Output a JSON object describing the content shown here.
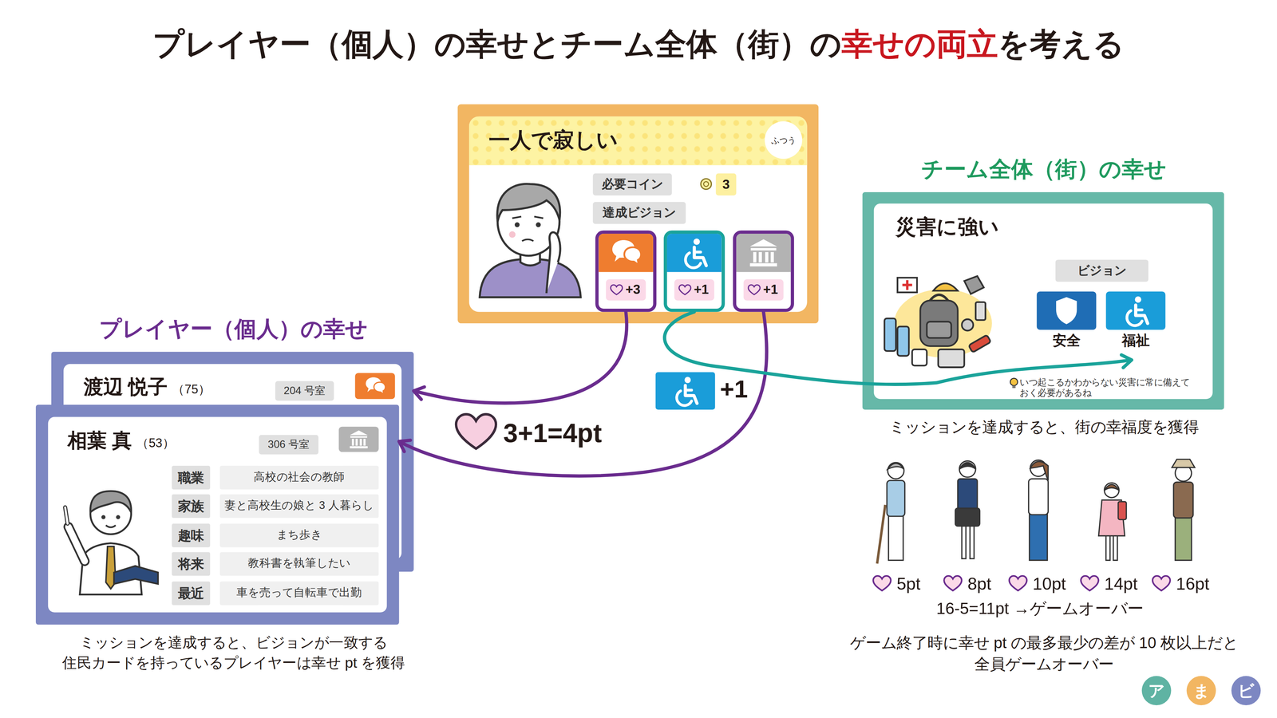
{
  "diagram": {
    "title": "プレイヤー（個人）の幸せとチーム全体（街）の幸せの両立を考える",
    "nodes": [
      {
        "text": [
          "一人で寂しい"
        ]
      },
      {
        "text": [
          "ふつう"
        ],
        "in": 0
      },
      {
        "text": [
          "必要コイン"
        ],
        "in": 0
      },
      {
        "text": [
          "3"
        ],
        "in": 0
      },
      {
        "text": [
          "達成ビジョン"
        ],
        "in": 0
      },
      {
        "text": [
          "+3"
        ],
        "in": 0
      },
      {
        "text": [
          "+1"
        ],
        "in": 0
      },
      {
        "text": [
          "+1"
        ],
        "in": 0
      },
      {
        "text": [
          "渡辺 悦子",
          "（75）"
        ]
      },
      {
        "text": [
          "204 号室"
        ],
        "in": 8
      },
      {
        "text": [
          "相葉 真",
          "（53）"
        ]
      },
      {
        "text": [
          "306 号室"
        ],
        "in": 10
      },
      {
        "text": [
          "職業"
        ],
        "in": 10
      },
      {
        "text": [
          "高校の社会の教師"
        ],
        "in": 10
      },
      {
        "text": [
          "家族"
        ],
        "in": 10
      },
      {
        "text": [
          "妻と高校生の娘と 3 人暮らし"
        ],
        "in": 10
      },
      {
        "text": [
          "趣味"
        ],
        "in": 10
      },
      {
        "text": [
          "まち歩き"
        ],
        "in": 10
      },
      {
        "text": [
          "将来"
        ],
        "in": 10
      },
      {
        "text": [
          "教科書を執筆したい"
        ],
        "in": 10
      },
      {
        "text": [
          "最近"
        ],
        "in": 10
      },
      {
        "text": [
          "車を売って自転車で出勤"
        ],
        "in": 10
      },
      {
        "text": [
          "災害に強い",
          "いつ起こるかわからない災害に常に備えておく必要があるね"
        ]
      },
      {
        "text": [
          "ビジョン"
        ],
        "in": 22
      },
      {
        "text": [
          "安全"
        ],
        "in": 22
      },
      {
        "text": [
          "福祉"
        ],
        "in": 22
      },
      {
        "text": [
          "ア"
        ]
      },
      {
        "text": [
          "ま"
        ]
      },
      {
        "text": [
          "ビ"
        ]
      }
    ],
    "edges": [
      {
        "from": 5,
        "to": 8,
        "arrow": "to"
      },
      {
        "from": 7,
        "to": 10,
        "arrow": "to"
      },
      {
        "from": 6,
        "to": 25,
        "arrow": "to",
        "label": "+1"
      }
    ],
    "labels": [
      "プレイヤー（個人）の幸せ",
      "チーム全体（街）の幸せ",
      "3+1=4pt",
      "ミッションを達成すると、ビジョンが一致する 住民カードを持っているプレイヤーは幸せ pt を獲得",
      "ミッションを達成すると、街の幸福度を獲得",
      "5pt",
      "8pt",
      "10pt",
      "14pt",
      "16pt",
      "16-5=11pt →ゲームオーバー",
      "ゲーム終了時に幸せ pt の最多最少の差が 10 枚以上だと 全員ゲームオーバー"
    ]
  }
}
